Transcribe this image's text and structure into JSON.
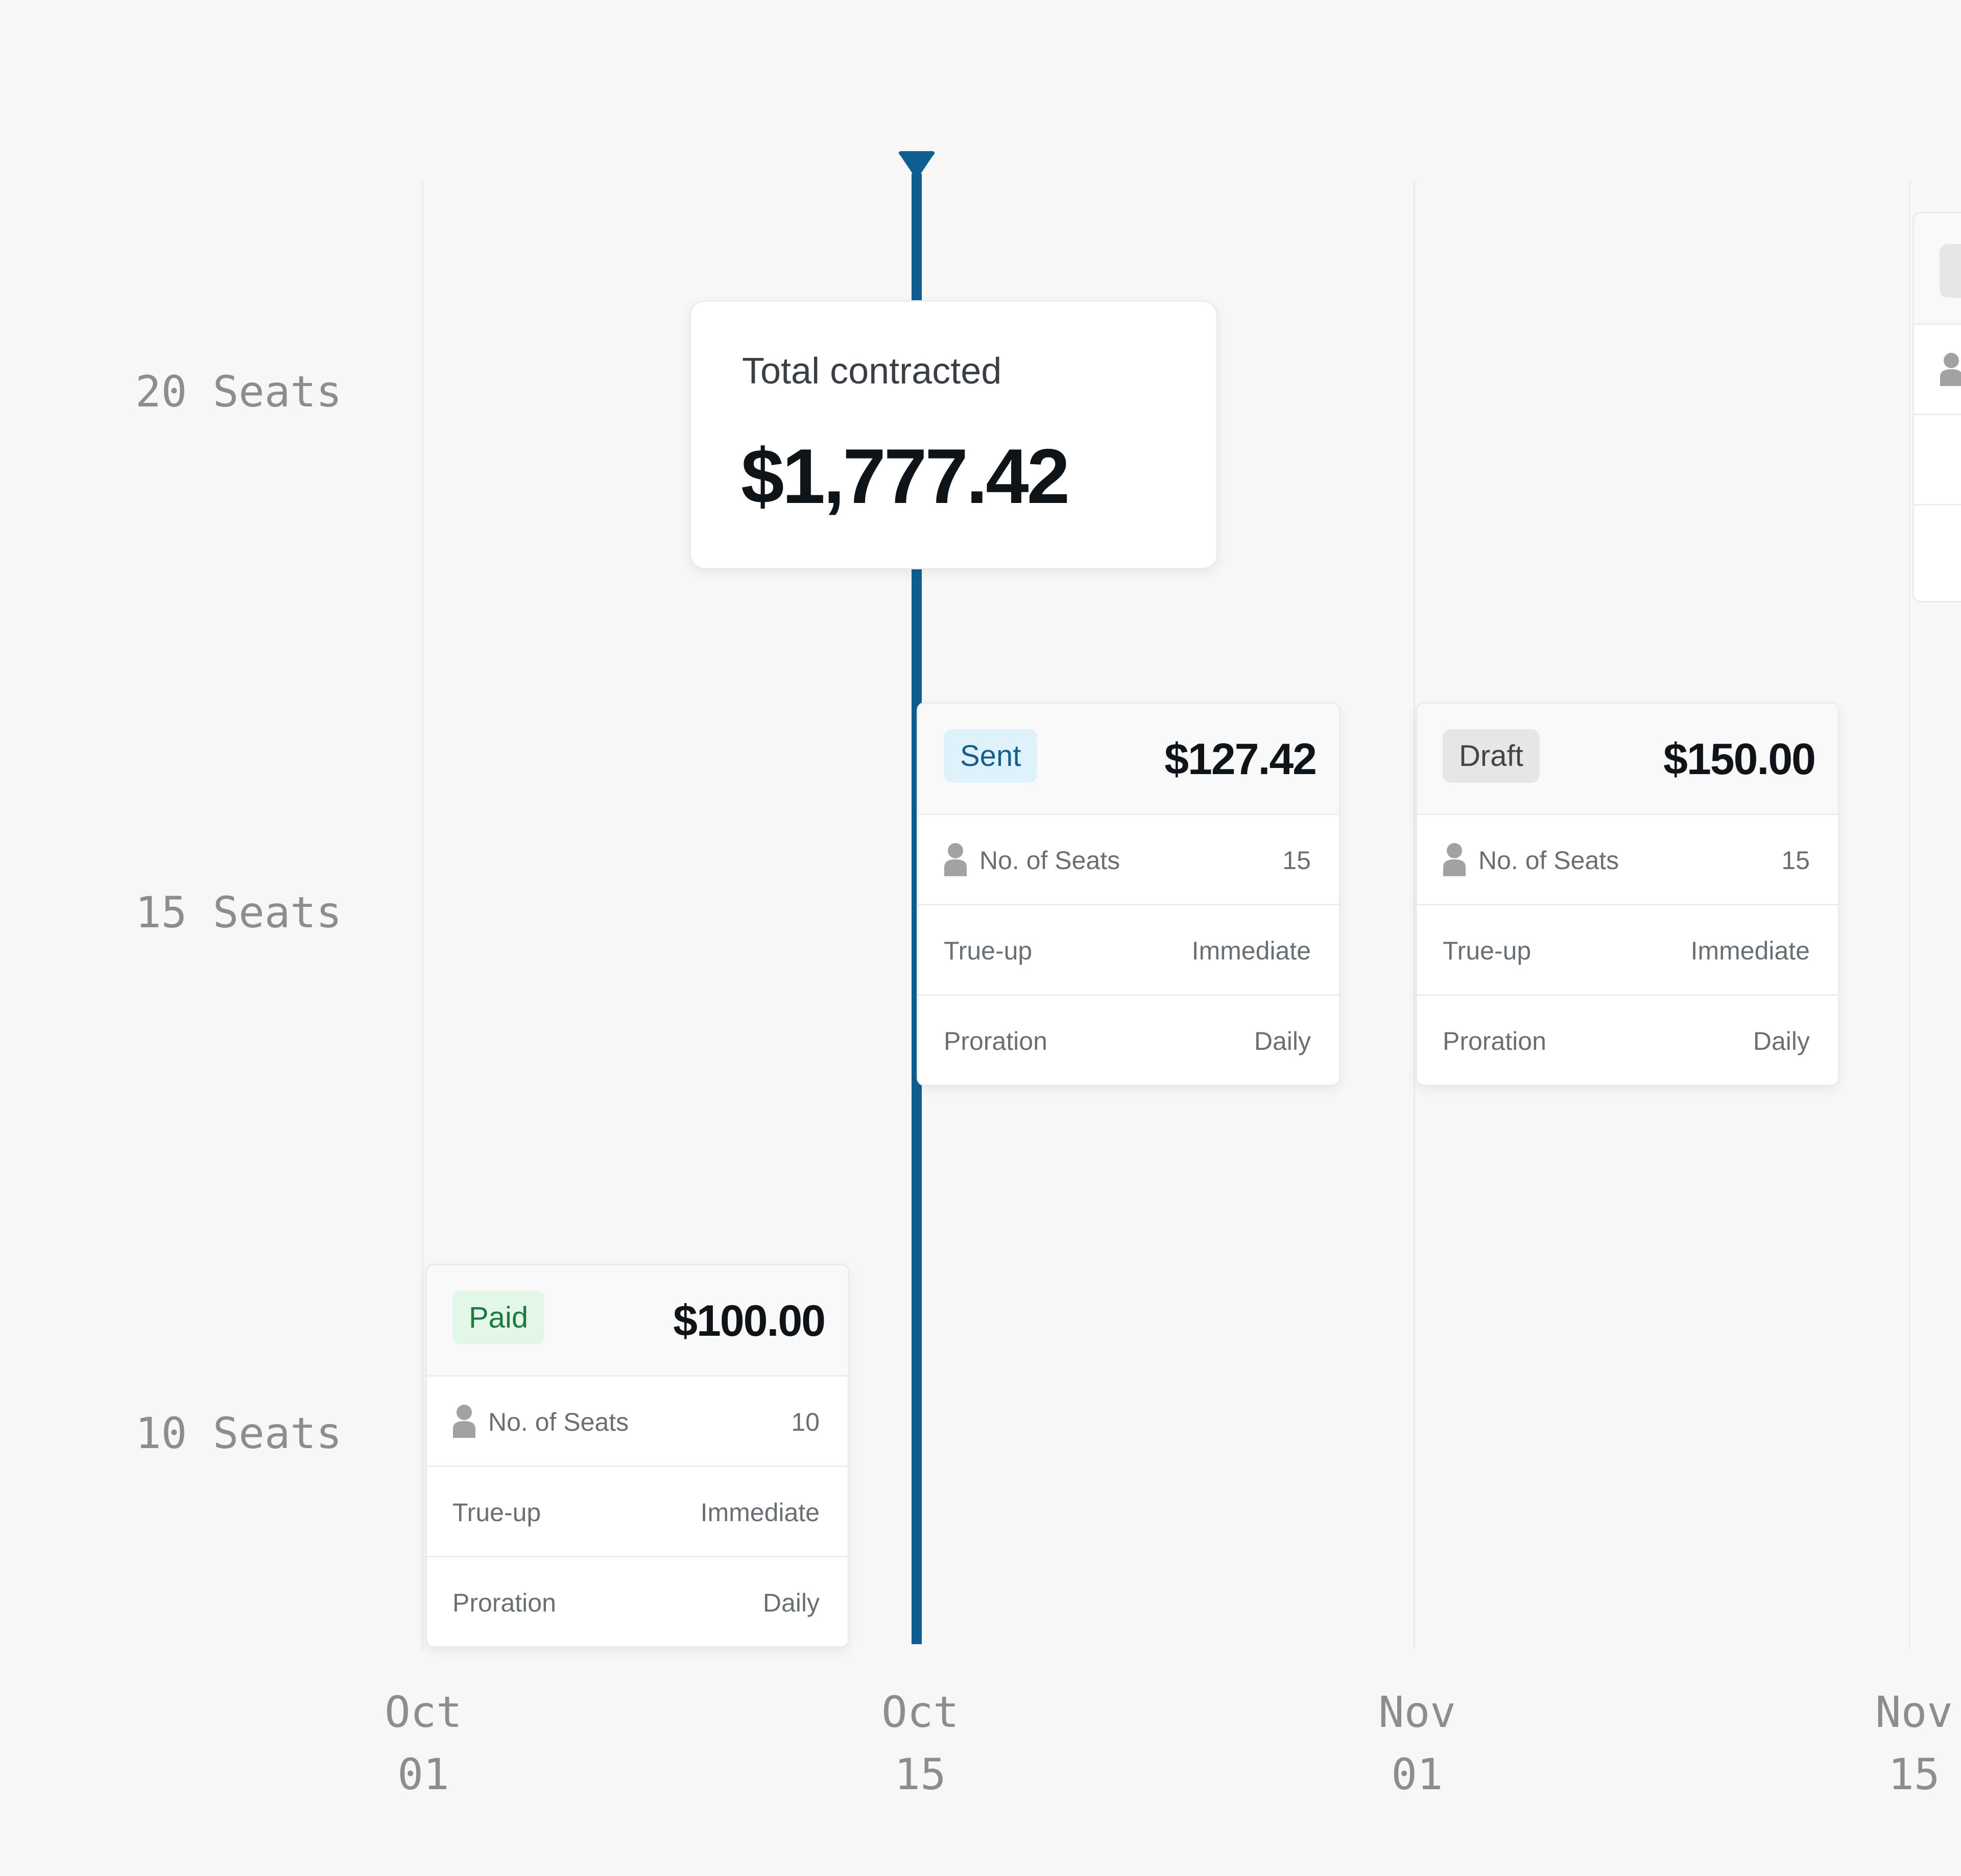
{
  "y_axis": {
    "labels": [
      "20 Seats",
      "15 Seats",
      "10 Seats"
    ]
  },
  "x_axis": {
    "ticks": [
      {
        "month": "Oct",
        "day": "01"
      },
      {
        "month": "Oct",
        "day": "15"
      },
      {
        "month": "Nov",
        "day": "01"
      },
      {
        "month": "Nov",
        "day": "15"
      }
    ]
  },
  "total": {
    "label": "Total contracted",
    "value": "$1,777.42"
  },
  "invoices": [
    {
      "status": "Paid",
      "amount": "$100.00",
      "seats_label": "No. of Seats",
      "seats": "10",
      "trueup_label": "True-up",
      "trueup": "Immediate",
      "proration_label": "Proration",
      "proration": "Daily"
    },
    {
      "status": "Sent",
      "amount": "$127.42",
      "seats_label": "No. of Seats",
      "seats": "15",
      "trueup_label": "True-up",
      "trueup": "Immediate",
      "proration_label": "Proration",
      "proration": "Daily"
    },
    {
      "status": "Draft",
      "amount": "$150.00",
      "seats_label": "No. of Seats",
      "seats": "15",
      "trueup_label": "True-up",
      "trueup": "Immediate",
      "proration_label": "Proration",
      "proration": "Daily"
    }
  ],
  "colors": {
    "today_line": "#0f5e91",
    "paid": "#1f7a3e",
    "sent": "#155f8a",
    "draft": "#454545"
  },
  "icons": {
    "seats": "person-icon",
    "today_marker": "triangle-down-icon"
  }
}
